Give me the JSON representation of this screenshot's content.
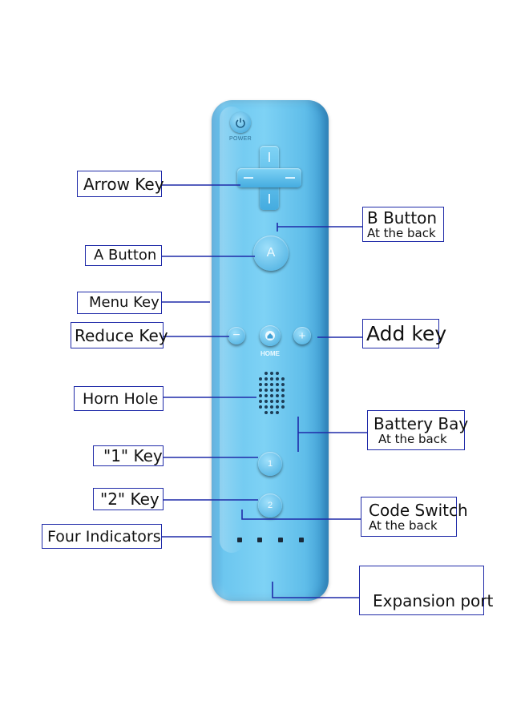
{
  "remote": {
    "power_label": "POWER",
    "a_label": "A",
    "minus_label": "−",
    "plus_label": "+",
    "home_label": "HOME",
    "one_label": "1",
    "two_label": "2",
    "color": "#6cc6ef"
  },
  "labels": {
    "arrow_key": "Arrow Key",
    "a_button": "A Button",
    "menu_key": "Menu Key",
    "reduce_key": "Reduce Key",
    "horn_hole": "Horn Hole",
    "key_one": "\"1\"  Key",
    "key_two": "\"2\"  Key",
    "four_indicators": "Four Indicators",
    "b_button": "B Button",
    "b_button_note": "At the back",
    "add_key": "Add key",
    "battery_bay": "Battery Bay",
    "battery_bay_note": "At the back",
    "code_switch": "Code Switch",
    "code_switch_note": "At the back",
    "expansion_port": "Expansion port"
  },
  "colors": {
    "leader_line": "#1f2aa8",
    "label_border": "#1f2aa8"
  }
}
